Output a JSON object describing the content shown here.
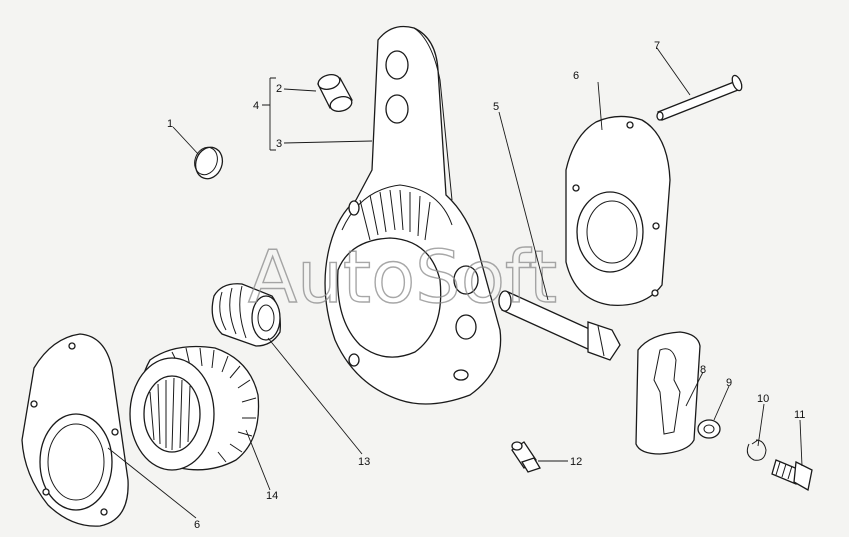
{
  "watermark": "AutoSoft",
  "callouts": [
    {
      "id": "c1",
      "label": "1"
    },
    {
      "id": "c2",
      "label": "2"
    },
    {
      "id": "c3",
      "label": "3"
    },
    {
      "id": "c4",
      "label": "4"
    },
    {
      "id": "c5",
      "label": "5"
    },
    {
      "id": "c6a",
      "label": "6"
    },
    {
      "id": "c6b",
      "label": "6"
    },
    {
      "id": "c7",
      "label": "7"
    },
    {
      "id": "c8",
      "label": "8"
    },
    {
      "id": "c9",
      "label": "9"
    },
    {
      "id": "c10",
      "label": "10"
    },
    {
      "id": "c11",
      "label": "11"
    },
    {
      "id": "c12",
      "label": "12"
    },
    {
      "id": "c13",
      "label": "13"
    },
    {
      "id": "c14",
      "label": "14"
    }
  ]
}
